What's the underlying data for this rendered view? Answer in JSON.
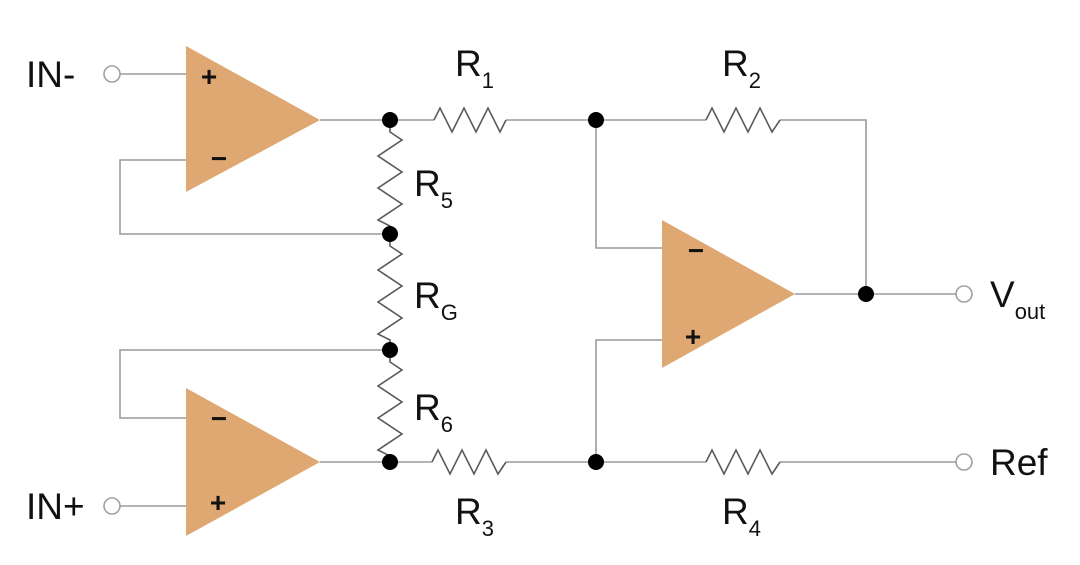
{
  "terminals": {
    "in_minus": "IN-",
    "in_plus": "IN+",
    "vout_main": "V",
    "vout_sub": "out",
    "ref": "Ref"
  },
  "resistors": {
    "r1": {
      "main": "R",
      "sub": "1"
    },
    "r2": {
      "main": "R",
      "sub": "2"
    },
    "r3": {
      "main": "R",
      "sub": "3"
    },
    "r4": {
      "main": "R",
      "sub": "4"
    },
    "r5": {
      "main": "R",
      "sub": "5"
    },
    "r6": {
      "main": "R",
      "sub": "6"
    },
    "rg": {
      "main": "R",
      "sub": "G"
    }
  },
  "opamp_signs": {
    "plus": "+",
    "minus": "−"
  },
  "colors": {
    "opamp_fill": "#dfa872",
    "wire": "#9a9a9a",
    "node": "#000000"
  }
}
